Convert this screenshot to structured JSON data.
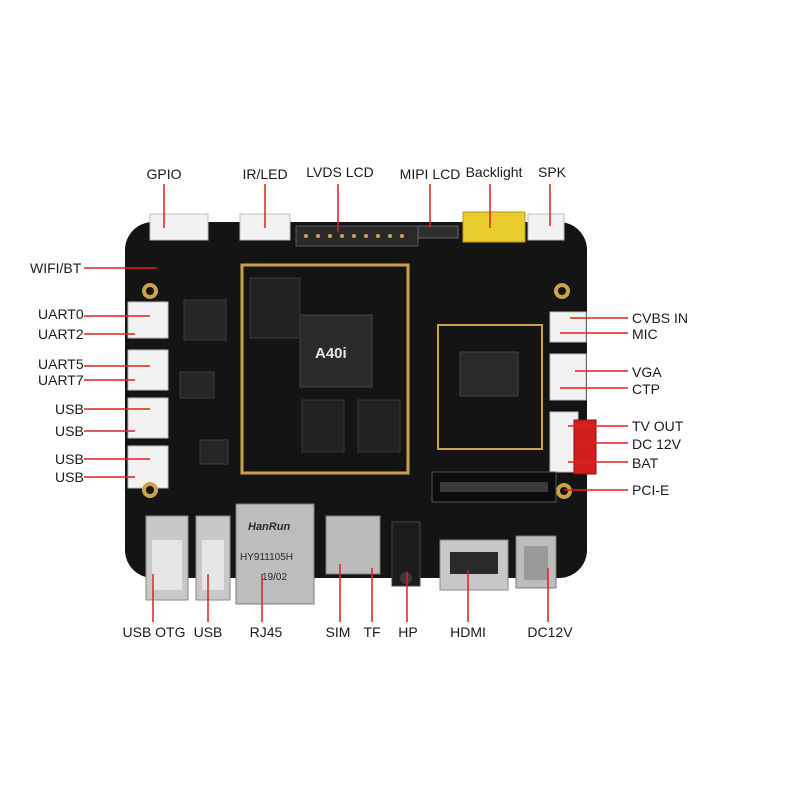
{
  "colors": {
    "board": "#141414",
    "leader": "#e0201c",
    "text": "#1a1a1a",
    "gold_frame": "#c9a24a",
    "connector": "#f2f2f2",
    "metal": "#c8c8c8",
    "yellow_connector": "#e8cc2e",
    "red_connector": "#d21e1e"
  },
  "labels": {
    "top": {
      "gpio": "GPIO",
      "ir_led": "IR/LED",
      "lvds_lcd": "LVDS LCD",
      "mipi_lcd": "MIPI LCD",
      "backlight": "Backlight",
      "spk": "SPK"
    },
    "left": {
      "wifi_bt": "WIFI/BT",
      "uart0": "UART0",
      "uart2": "UART2",
      "uart5": "UART5",
      "uart7": "UART7",
      "usb1": "USB",
      "usb2": "USB",
      "usb3": "USB",
      "usb4": "USB"
    },
    "right": {
      "cvbs_in": "CVBS IN",
      "mic": "MIC",
      "vga": "VGA",
      "ctp": "CTP",
      "tv_out": "TV OUT",
      "dc12v": "DC 12V",
      "bat": "BAT",
      "pci_e": "PCI-E"
    },
    "bottom": {
      "usb_otg": "USB OTG",
      "usb": "USB",
      "rj45": "RJ45",
      "sim": "SIM",
      "tf": "TF",
      "hp": "HP",
      "hdmi": "HDMI",
      "dc12v": "DC12V"
    }
  },
  "board_text": {
    "soc_brand": "A40i",
    "ethernet_brand": "HanRun",
    "ethernet_model": "HY911105H",
    "ethernet_date": "19/02"
  }
}
